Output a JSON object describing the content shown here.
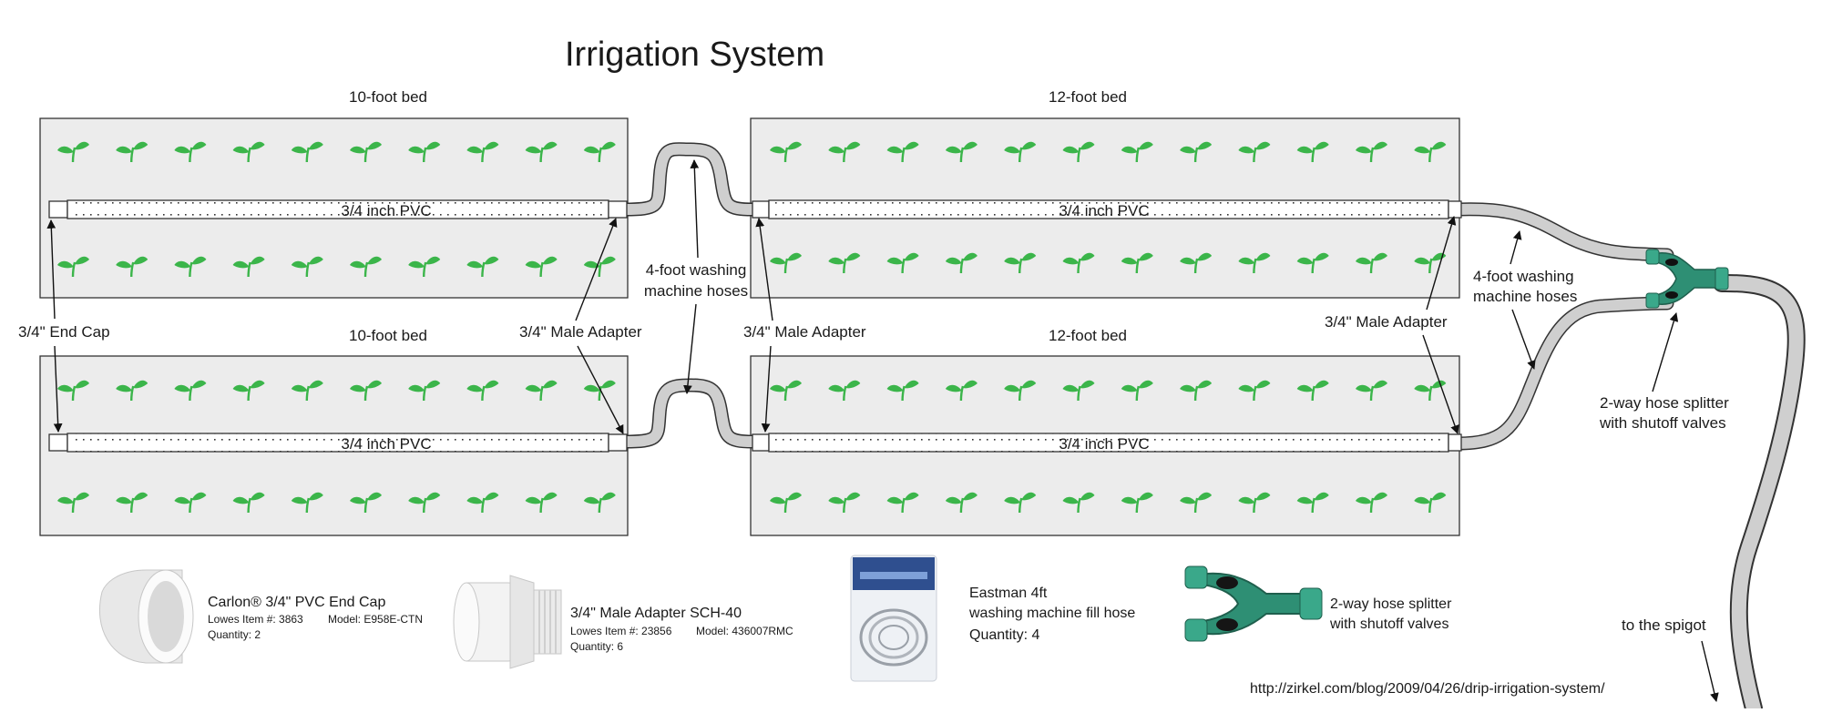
{
  "title": "Irrigation System",
  "beds": [
    {
      "label": "10-foot bed",
      "pvc_label": "3/4 inch PVC"
    },
    {
      "label": "12-foot bed",
      "pvc_label": "3/4 inch PVC"
    },
    {
      "label": "10-foot bed",
      "pvc_label": "3/4 inch PVC"
    },
    {
      "label": "12-foot bed",
      "pvc_label": "3/4 inch PVC"
    }
  ],
  "callouts": {
    "end_cap": "3/4\" End Cap",
    "male_adapter_left": "3/4\" Male Adapter",
    "male_adapter_mid": "3/4\" Male Adapter",
    "male_adapter_right": "3/4\" Male Adapter",
    "hoses_mid_line1": "4-foot washing",
    "hoses_mid_line2": "machine hoses",
    "hoses_right_line1": "4-foot washing",
    "hoses_right_line2": "machine hoses",
    "splitter_line1": "2-way hose splitter",
    "splitter_line2": "with shutoff valves",
    "spigot": "to the spigot"
  },
  "parts": [
    {
      "name": "end-cap",
      "title": "Carlon® 3/4\" PVC End Cap",
      "item": "Lowes Item #: 3863",
      "model": "Model: E958E-CTN",
      "quantity": "Quantity: 2"
    },
    {
      "name": "male-adapter",
      "title": "3/4\" Male Adapter SCH-40",
      "item": "Lowes Item #: 23856",
      "model": "Model: 436007RMC",
      "quantity": "Quantity: 6"
    },
    {
      "name": "fill-hose",
      "title_line1": "Eastman 4ft",
      "title_line2": "washing machine fill hose",
      "quantity": "Quantity: 4"
    },
    {
      "name": "hose-splitter",
      "title_line1": "2-way hose splitter",
      "title_line2": "with shutoff valves"
    }
  ],
  "url": "http://zirkel.com/blog/2009/04/26/drip-irrigation-system/",
  "colors": {
    "bed_fill": "#ececec",
    "plant": "#3bb54a",
    "hose": "#cfcfcf",
    "splitter": "#2e8f74"
  },
  "icons": [
    "plant-icon",
    "end-cap-icon",
    "male-adapter-icon",
    "fill-hose-package-icon",
    "hose-splitter-icon"
  ]
}
